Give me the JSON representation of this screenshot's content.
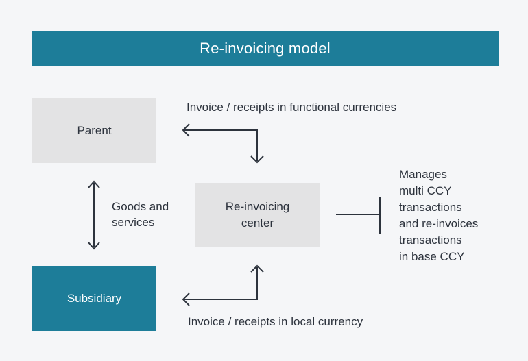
{
  "title": "Re-invoicing model",
  "boxes": {
    "parent": "Parent",
    "reinvoicing_center": "Re-invoicing\ncenter",
    "subsidiary": "Subsidiary"
  },
  "labels": {
    "functional": "Invoice / receipts in functional currencies",
    "goods": "Goods and\nservices",
    "manages": "Manages\nmulti CCY\ntransactions\nand re-invoices\ntransactions\nin base CCY",
    "local": "Invoice / receipts in local currency"
  },
  "colors": {
    "teal": "#1d7d99",
    "box-gray": "#e3e3e4",
    "bg": "#f5f6f8",
    "ink": "#2d333d",
    "title-text": "#ffffff"
  }
}
